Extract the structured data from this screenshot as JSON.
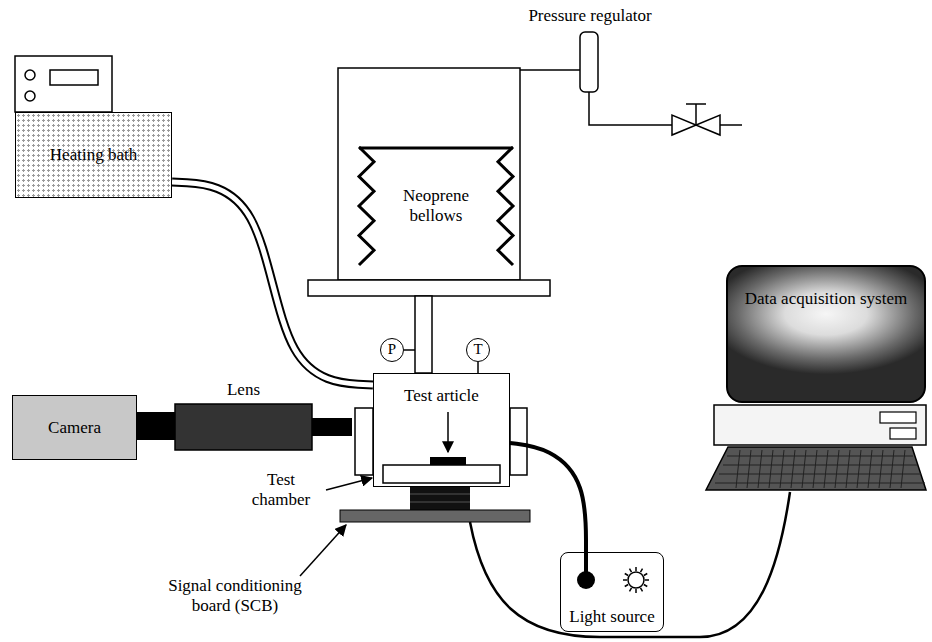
{
  "diagram": {
    "nodes": [
      {
        "text": [
          "Heating bath"
        ]
      },
      {
        "text": [
          "Neoprene bellows"
        ]
      },
      {
        "text": [
          "P"
        ]
      },
      {
        "text": [
          "T"
        ]
      },
      {
        "text": [
          "Test article"
        ]
      },
      {
        "text": [
          "Camera"
        ]
      },
      {
        "text": [
          "Lens"
        ]
      },
      {
        "text": [
          "Data acquisition system"
        ]
      },
      {
        "text": [
          "Light source"
        ]
      }
    ],
    "edges": [
      {
        "from": 0,
        "to": 4,
        "arrow": "none"
      },
      {
        "from": 3,
        "to": 4,
        "arrow": "none"
      },
      {
        "from": 4,
        "to": 8,
        "arrow": "none"
      }
    ],
    "labels": [
      "Pressure regulator",
      "Test chamber",
      "Signal conditioning board (SCB)"
    ]
  }
}
